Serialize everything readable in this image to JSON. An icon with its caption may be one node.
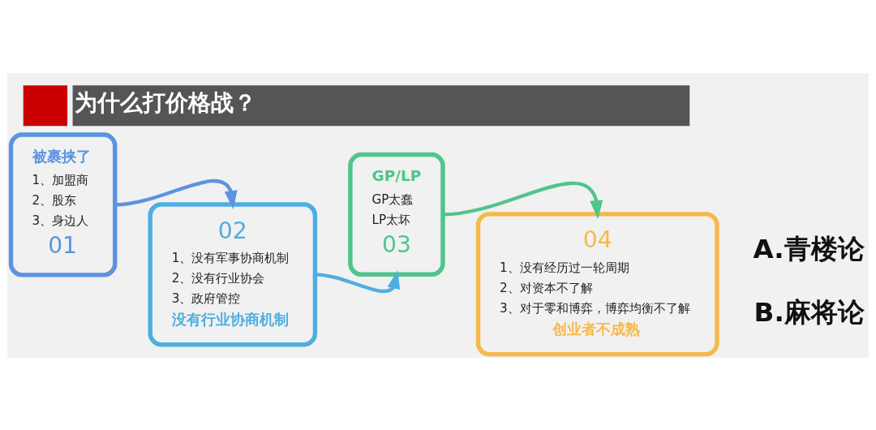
{
  "diagram": {
    "title": "为什么打价格战？",
    "nodes": [
      {
        "text": [
          "被裹挟了",
          "1、加盟商",
          "2、股东",
          "3、身边人",
          "01"
        ]
      },
      {
        "text": [
          "02",
          "1、没有军事协商机制",
          "2、没有行业协会",
          "3、政府管控",
          "没有行业协商机制"
        ]
      },
      {
        "text": [
          "GP/LP",
          "GP太蠢",
          "LP太坏",
          "03"
        ]
      },
      {
        "text": [
          "04",
          "1、没有经历过一轮周期",
          "2、对资本不了解",
          "3、对于零和博弈，博弈均衡不了解",
          "创业者不成熟"
        ]
      }
    ],
    "edges": [
      {
        "from": 0,
        "to": 1,
        "arrow": "to",
        "color": "#5b93e0"
      },
      {
        "from": 1,
        "to": 2,
        "arrow": "to",
        "color": "#4faee0"
      },
      {
        "from": 2,
        "to": 3,
        "arrow": "to",
        "color": "#4fc48c"
      }
    ],
    "labels": [
      "A.青楼论",
      "B.麻将论"
    ]
  }
}
